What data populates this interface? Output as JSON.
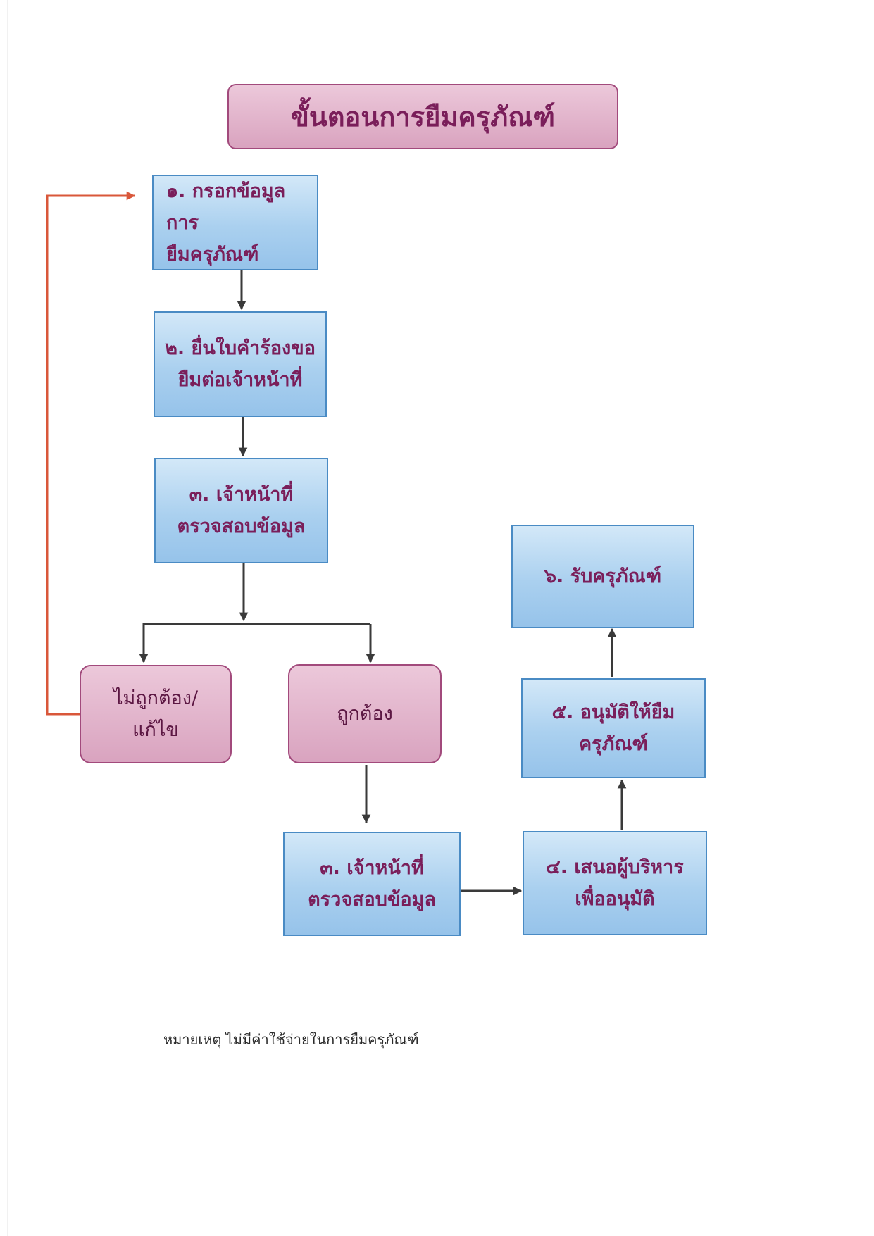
{
  "title": "ขั้นตอนการยืมครุภัณฑ์",
  "steps": {
    "step1": "๑. กรอกข้อมูลการ\nยืมครุภัณฑ์",
    "step2": "๒. ยื่นใบคำร้องขอ\nยืมต่อเจ้าหน้าที่",
    "step3a": "๓. เจ้าหน้าที่\nตรวจสอบข้อมูล",
    "step3b": "๓. เจ้าหน้าที่\nตรวจสอบข้อมูล",
    "step4": "๔. เสนอผู้บริหาร\nเพื่ออนุมัติ",
    "step5": "๕. อนุมัติให้ยืม\nครุภัณฑ์",
    "step6": "๖. รับครุภัณฑ์"
  },
  "decisions": {
    "incorrect": "ไม่ถูกต้อง/\nแก้ไข",
    "correct": "ถูกต้อง"
  },
  "note": "หมายเหตุ ไม่มีค่าใช้จ่ายในการยืมครุภัณฑ์",
  "colors": {
    "step_fill": "#aad0ef",
    "step_border": "#4a8bc4",
    "decision_fill": "#dfb0c9",
    "decision_border": "#a24a7c",
    "text": "#7a1e5a",
    "arrow": "#3a3a3a",
    "loop_arrow": "#d9573a"
  }
}
